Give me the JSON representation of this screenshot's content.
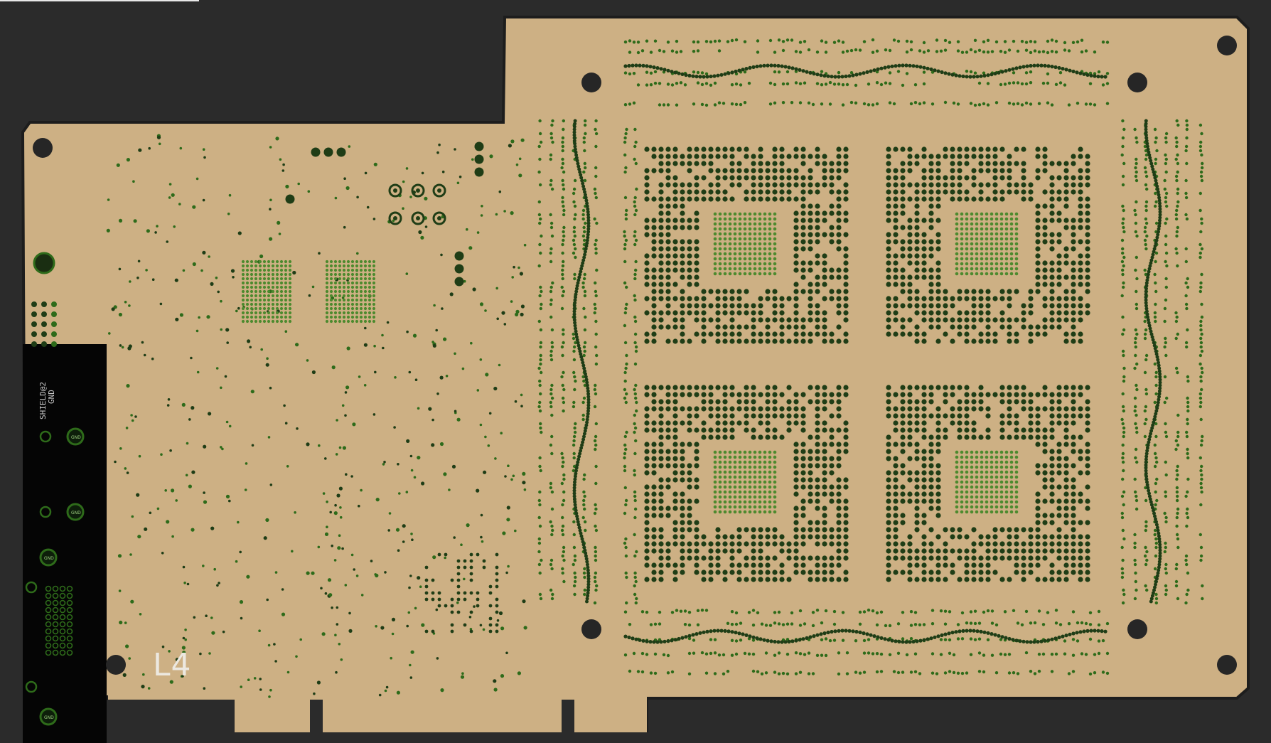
{
  "viewer": {
    "layer_label": "L4",
    "silk_labels": [
      "SHIELD@2",
      "GND"
    ],
    "pad_labels": [
      "GND",
      "GND",
      "GND",
      "GND"
    ]
  },
  "colors": {
    "background": "#2b2b2b",
    "board": "#cdb084",
    "board_edge": "#1d1d1d",
    "via_dark": "#1f3d16",
    "via_green": "#2e6b1a",
    "bga_green": "#4d8a2e",
    "connector": "#050505",
    "mount_hole": "#262626"
  },
  "icons": [
    "mounting-hole-icon",
    "via-icon",
    "bga-pad-icon"
  ]
}
